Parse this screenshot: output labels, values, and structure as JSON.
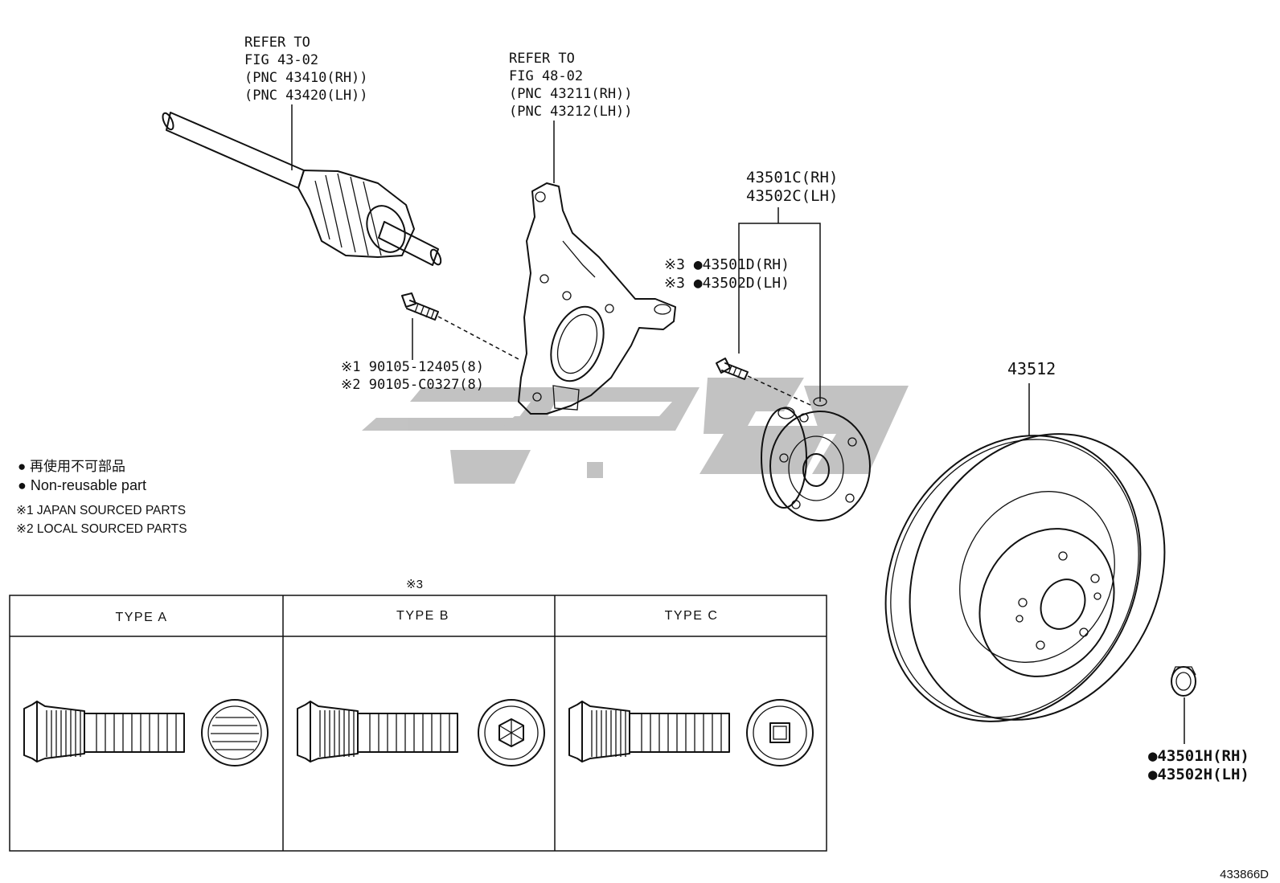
{
  "callouts": {
    "driveshaft": [
      "REFER TO",
      "FIG 43-02",
      "(PNC 43410(RH))",
      "(PNC 43420(LH))"
    ],
    "knuckle": [
      "REFER TO",
      "FIG 48-02",
      "(PNC 43211(RH))",
      "(PNC 43212(LH))"
    ],
    "hub_assembly": [
      "43501C(RH)",
      "43502C(LH)"
    ],
    "hub_bolt": [
      "※3 ●43501D(RH)",
      "※3 ●43502D(LH)"
    ],
    "knuckle_bolt": [
      "※1 90105-12405(8)",
      "※2 90105-C0327(8)"
    ],
    "disc": "43512",
    "hub_nut": [
      "●43501H(RH)",
      "●43502H(LH)"
    ]
  },
  "legend": {
    "jp_line": "● 再使用不可部品",
    "en_line": "● Non-reusable part",
    "note1": "※1 JAPAN SOURCED PARTS",
    "note2": "※2 LOCAL SOURCED PARTS"
  },
  "type_table": {
    "note": "※3",
    "headers": [
      "TYPE A",
      "TYPE B",
      "TYPE C"
    ]
  },
  "watermark_text": "کی‌پارت",
  "figure_code": "433866D"
}
